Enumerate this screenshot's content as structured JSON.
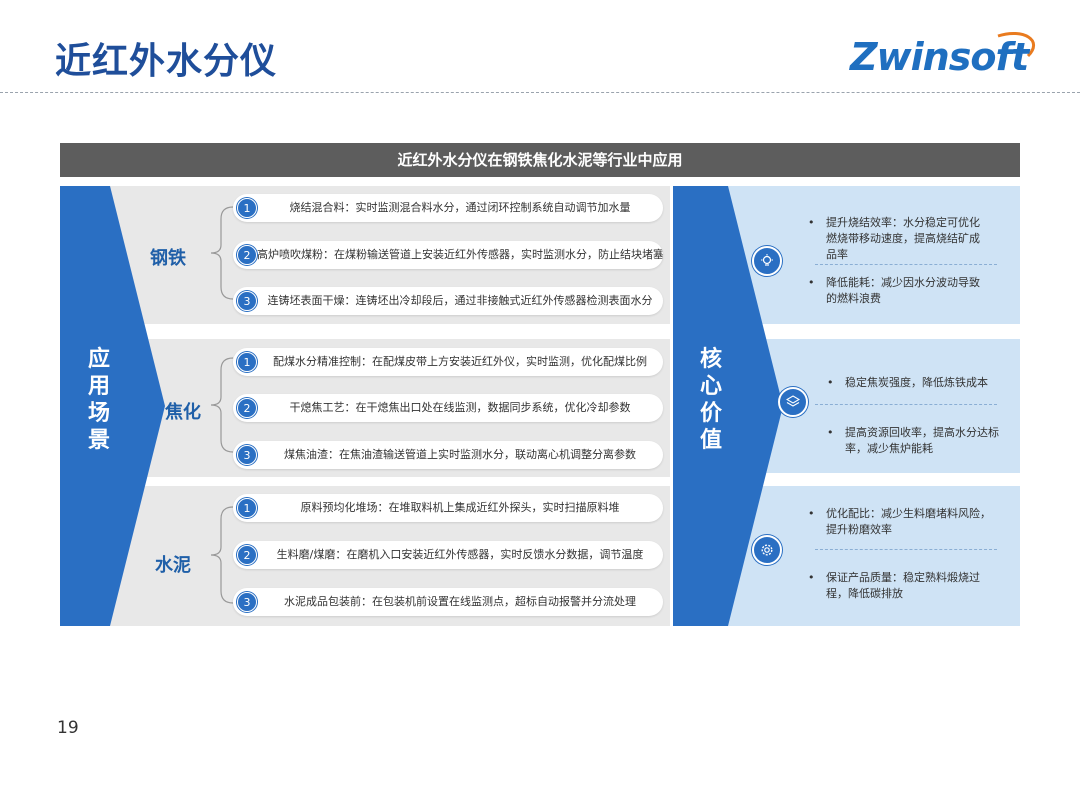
{
  "page": {
    "title": "近红外水分仪",
    "logo": "Zwinsoft",
    "banner": "近红外水分仪在钢铁焦化水泥等行业中应用",
    "page_number": "19"
  },
  "scenario": {
    "label": "应用场景",
    "label_chars": [
      "应",
      "用",
      "场",
      "景"
    ],
    "categories": [
      {
        "name": "钢铁",
        "items": [
          {
            "num": "1",
            "text": "烧结混合料：实时监测混合料水分，通过闭环控制系统自动调节加水量"
          },
          {
            "num": "2",
            "text": "高炉喷吹煤粉：在煤粉输送管道上安装近红外传感器，实时监测水分，防止结块堵塞"
          },
          {
            "num": "3",
            "text": "连铸坯表面干燥：连铸坯出冷却段后，通过非接触式近红外传感器检测表面水分"
          }
        ]
      },
      {
        "name": "焦化",
        "items": [
          {
            "num": "1",
            "text": "配煤水分精准控制：在配煤皮带上方安装近红外仪，实时监测，优化配煤比例"
          },
          {
            "num": "2",
            "text": "干熄焦工艺：在干熄焦出口处在线监测，数据同步系统，优化冷却参数"
          },
          {
            "num": "3",
            "text": "煤焦油渣：在焦油渣输送管道上实时监测水分，联动离心机调整分离参数"
          }
        ]
      },
      {
        "name": "水泥",
        "items": [
          {
            "num": "1",
            "text": "原料预均化堆场：在堆取料机上集成近红外探头，实时扫描原料堆"
          },
          {
            "num": "2",
            "text": "生料磨/煤磨：在磨机入口安装近红外传感器，实时反馈水分数据，调节温度"
          },
          {
            "num": "3",
            "text": "水泥成品包装前：在包装机前设置在线监测点，超标自动报警并分流处理"
          }
        ]
      }
    ]
  },
  "value": {
    "label": "核心价值",
    "label_chars": [
      "核",
      "心",
      "价",
      "值"
    ],
    "groups": [
      {
        "icon": "lightbulb-icon",
        "bullets": [
          [
            "提升烧结效率：水分稳定可优化",
            "燃烧带移动速度，提高烧结矿成",
            "品率"
          ],
          [
            "降低能耗：减少因水分波动导致",
            "的燃料浪费"
          ]
        ]
      },
      {
        "icon": "layers-icon",
        "bullets": [
          [
            "稳定焦炭强度，降低炼铁成本"
          ],
          [
            "提高资源回收率，提高水分达标",
            "率，减少焦炉能耗"
          ]
        ]
      },
      {
        "icon": "gear-icon",
        "bullets": [
          [
            "优化配比：减少生料磨堵料风险，",
            "提升粉磨效率"
          ],
          [
            "保证产品质量：稳定熟料煅烧过",
            "程，降低碳排放"
          ]
        ]
      }
    ]
  },
  "colors": {
    "brand_blue": "#1f4e9a",
    "accent_blue": "#2a6fc3",
    "banner_gray": "#5d5d5d",
    "row_gray": "#e8e8e8",
    "value_bg": "#cfe3f5"
  }
}
